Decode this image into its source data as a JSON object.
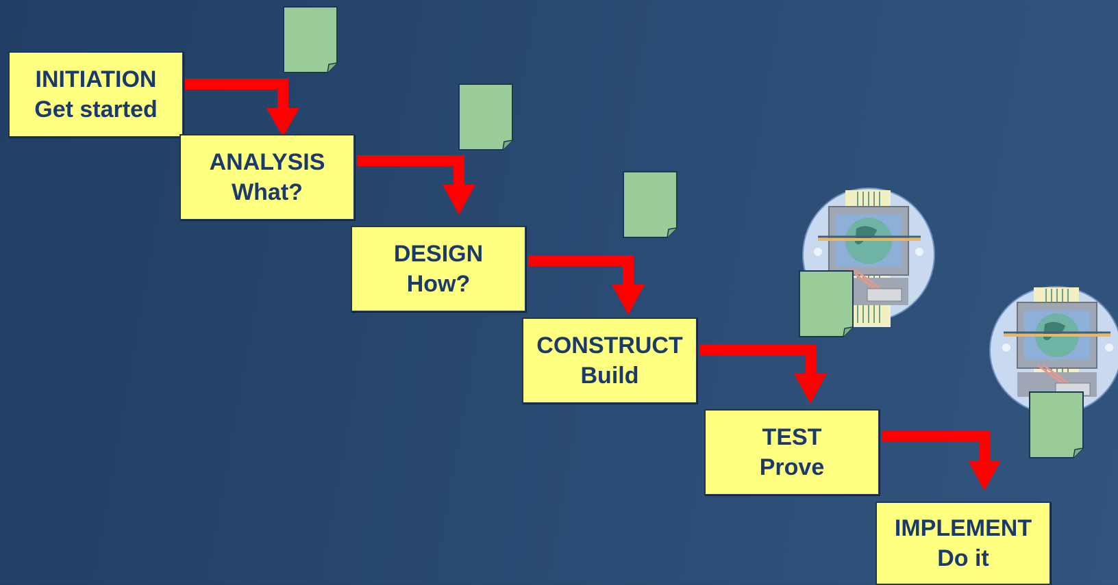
{
  "stages": [
    {
      "title": "INITIATION",
      "subtitle": "Get started"
    },
    {
      "title": "ANALYSIS",
      "subtitle": "What?"
    },
    {
      "title": "DESIGN",
      "subtitle": "How?"
    },
    {
      "title": "CONSTRUCT",
      "subtitle": "Build"
    },
    {
      "title": "TEST",
      "subtitle": "Prove"
    },
    {
      "title": "IMPLEMENT",
      "subtitle": "Do it"
    }
  ],
  "icons": {
    "document": "document-icon",
    "computer": "computer-globe-icon"
  },
  "colors": {
    "background": "#24446b",
    "box_fill": "#ffff80",
    "box_text": "#1a3a6b",
    "arrow": "#ff0000",
    "document": "#99cc99"
  }
}
